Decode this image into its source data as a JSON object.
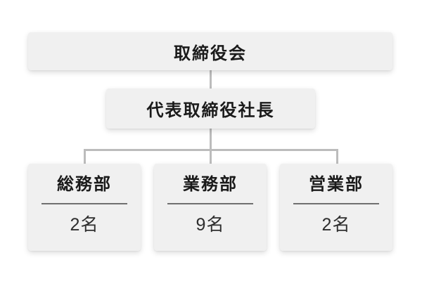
{
  "chart": {
    "type": "org-chart",
    "colors": {
      "page_bg": "#ffffff",
      "box_fill": "#f0f0f0",
      "text": "#1a1a1a",
      "count_text": "#2e2e2e",
      "connector": "#bcbcbc",
      "divider": "#6f6f6f"
    },
    "root": {
      "label": "取締役会"
    },
    "president": {
      "label": "代表取締役社長"
    },
    "departments": [
      {
        "label": "総務部",
        "count": "2名"
      },
      {
        "label": "業務部",
        "count": "9名"
      },
      {
        "label": "営業部",
        "count": "2名"
      }
    ]
  }
}
